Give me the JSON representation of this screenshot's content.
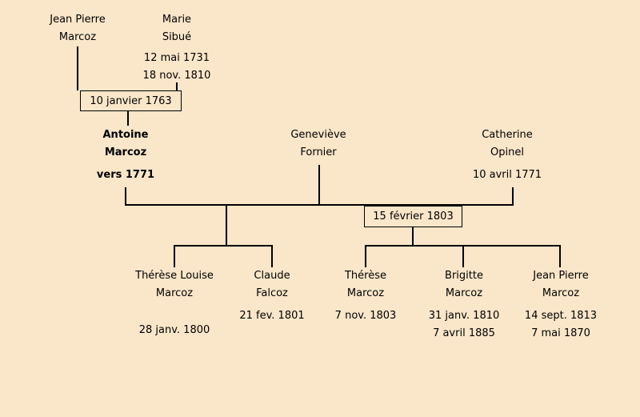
{
  "colors": {
    "background": "#fae6c9",
    "line": "#000000",
    "text": "#000000",
    "box_border": "#000000"
  },
  "persons": {
    "jean_pierre_marcoz_sr": {
      "name1": "Jean Pierre",
      "name2": "Marcoz"
    },
    "marie_sibue": {
      "name1": "Marie",
      "name2": "Sibué",
      "date1": "12 mai 1731",
      "date2": "18 nov. 1810"
    },
    "antoine_marcoz": {
      "name1": "Antoine",
      "name2": "Marcoz",
      "date1": "vers 1771"
    },
    "genevieve_fornier": {
      "name1": "Geneviève",
      "name2": "Fornier"
    },
    "catherine_opinel": {
      "name1": "Catherine",
      "name2": "Opinel",
      "date1": "10 avril 1771"
    },
    "therese_louise_marcoz": {
      "name1": "Thérèse Louise",
      "name2": "Marcoz",
      "date1": "28 janv. 1800"
    },
    "claude_falcoz": {
      "name1": "Claude",
      "name2": "Falcoz",
      "date1": "21 fev. 1801"
    },
    "therese_marcoz": {
      "name1": "Thérèse",
      "name2": "Marcoz",
      "date1": "7 nov. 1803"
    },
    "brigitte_marcoz": {
      "name1": "Brigitte",
      "name2": "Marcoz",
      "date1": "31 janv. 1810",
      "date2": "7 avril 1885"
    },
    "jean_pierre_marcoz_jr": {
      "name1": "Jean Pierre",
      "name2": "Marcoz",
      "date1": "14 sept. 1813",
      "date2": "7 mai 1870"
    }
  },
  "marriages": {
    "marriage_1763": {
      "label": "10 janvier 1763"
    },
    "marriage_1803": {
      "label": "15 février 1803"
    }
  }
}
